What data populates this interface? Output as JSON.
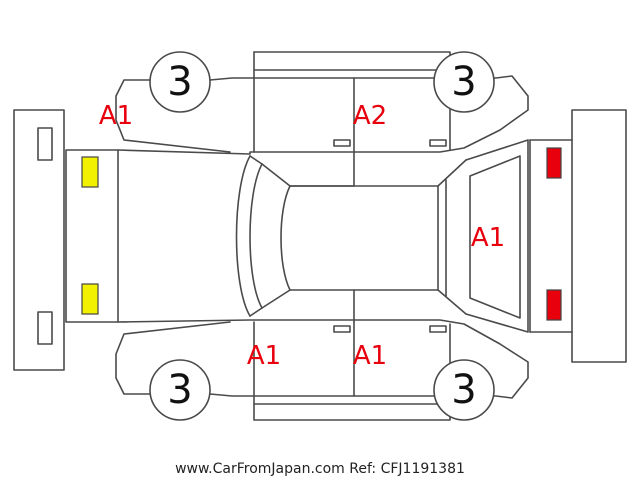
{
  "colors": {
    "line": "#4a4a4a",
    "damage_text": "#e8000d",
    "front_lamp": "#f2f200",
    "rear_lamp": "#e8000d",
    "background": "#ffffff"
  },
  "wheels": {
    "front_left": "3",
    "rear_left": "3",
    "front_right": "3",
    "rear_right": "3"
  },
  "damage_marks": {
    "front_left_fender": "A1",
    "rear_left_door": "A2",
    "tailgate": "A1",
    "front_right_door": "A1",
    "rear_right_door": "A1"
  },
  "footer": {
    "text": "www.CarFromJapan.com Ref: CFJ1191381"
  }
}
